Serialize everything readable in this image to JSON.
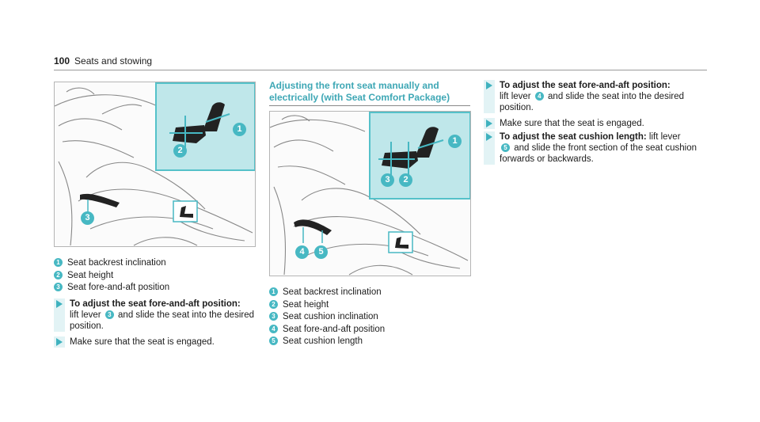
{
  "header": {
    "page_number": "100",
    "section": "Seats and stowing"
  },
  "figure1": {
    "callouts": [
      "1",
      "2",
      "3"
    ]
  },
  "legend1": [
    {
      "num": "1",
      "text": "Seat backrest inclination"
    },
    {
      "num": "2",
      "text": "Seat height"
    },
    {
      "num": "3",
      "text": "Seat fore-and-aft position"
    }
  ],
  "step1": {
    "bold": "To adjust the seat fore-and-aft position:",
    "pre": "lift lever ",
    "num": "3",
    "post": " and slide the seat into the desired position."
  },
  "step2": {
    "text": "Make sure that the seat is engaged."
  },
  "section2": {
    "title": "Adjusting the front seat manually and electrically (with Seat Comfort Package)"
  },
  "figure2": {
    "callouts": [
      "1",
      "3",
      "2",
      "4",
      "5"
    ]
  },
  "legend2": [
    {
      "num": "1",
      "text": "Seat backrest inclination"
    },
    {
      "num": "2",
      "text": "Seat height"
    },
    {
      "num": "3",
      "text": "Seat cushion inclination"
    },
    {
      "num": "4",
      "text": "Seat fore-and-aft position"
    },
    {
      "num": "5",
      "text": "Seat cushion length"
    }
  ],
  "step3": {
    "bold": "To adjust the seat fore-and-aft position:",
    "pre": "lift lever ",
    "num": "4",
    "post": " and slide the seat into the desired position."
  },
  "step4": {
    "text": "Make sure that the seat is engaged."
  },
  "step5": {
    "bold": "To adjust the seat cushion length:",
    "pre": " lift lever ",
    "num": "5",
    "post": " and slide the front section of the seat cushion forwards or backwards."
  },
  "colors": {
    "accent": "#47b8c3",
    "inset_bg": "#bfe7ea",
    "heading": "#3ea7b5"
  }
}
